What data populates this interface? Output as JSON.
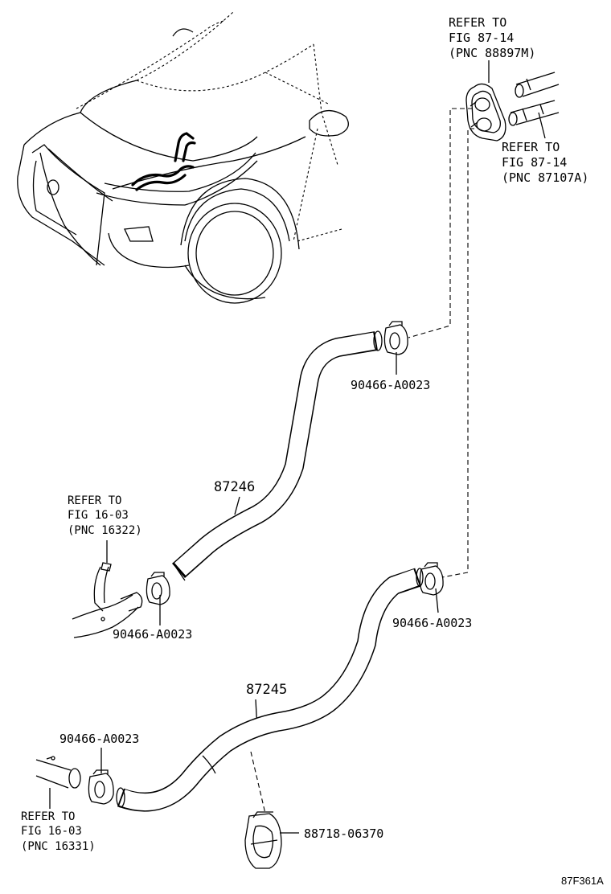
{
  "labels": {
    "ref_top_1": "REFER TO",
    "ref_top_2": "FIG 87-14",
    "ref_top_3": "(PNC 88897M)",
    "ref_right_1": "REFER TO",
    "ref_right_2": "FIG 87-14",
    "ref_right_3": "(PNC 87107A)",
    "clamp_upper_right": "90466-A0023",
    "hose_upper": "87246",
    "ref_left_1": "REFER TO",
    "ref_left_2": "FIG 16-03",
    "ref_left_3": "(PNC 16322)",
    "clamp_middle_left": "90466-A0023",
    "clamp_middle_right": "90466-A0023",
    "hose_lower": "87245",
    "clamp_lower_left": "90466-A0023",
    "ref_bottom_1": "REFER TO",
    "ref_bottom_2": "FIG 16-03",
    "ref_bottom_3": "(PNC 16331)",
    "clip_part": "88718-06370",
    "figure_id": "87F361A"
  },
  "icons": {
    "vehicle": "vehicle-front-quarter-illustration",
    "grommet": "double-grommet-icon",
    "pipes": "heater-pipes-icon",
    "clamp": "hose-clamp-icon",
    "clip": "hose-clip-icon"
  },
  "colors": {
    "line": "#000000",
    "background": "#ffffff"
  }
}
